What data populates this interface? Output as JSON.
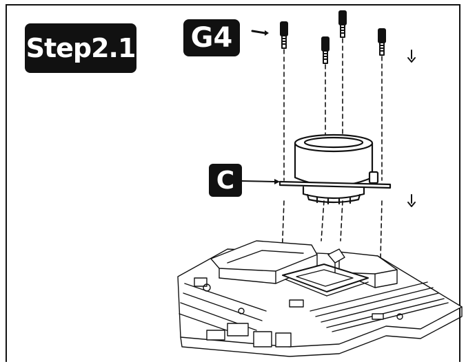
{
  "diagram": {
    "step_label": "Step2.1",
    "screw_label": "G4",
    "pump_label": "C"
  },
  "colors": {
    "ink": "#111111",
    "background": "#ffffff",
    "label_background": "#111111",
    "label_text": "#ffffff"
  },
  "icons": [
    "arrow-down-icon",
    "screw-icon",
    "pointer-arrow-icon"
  ]
}
